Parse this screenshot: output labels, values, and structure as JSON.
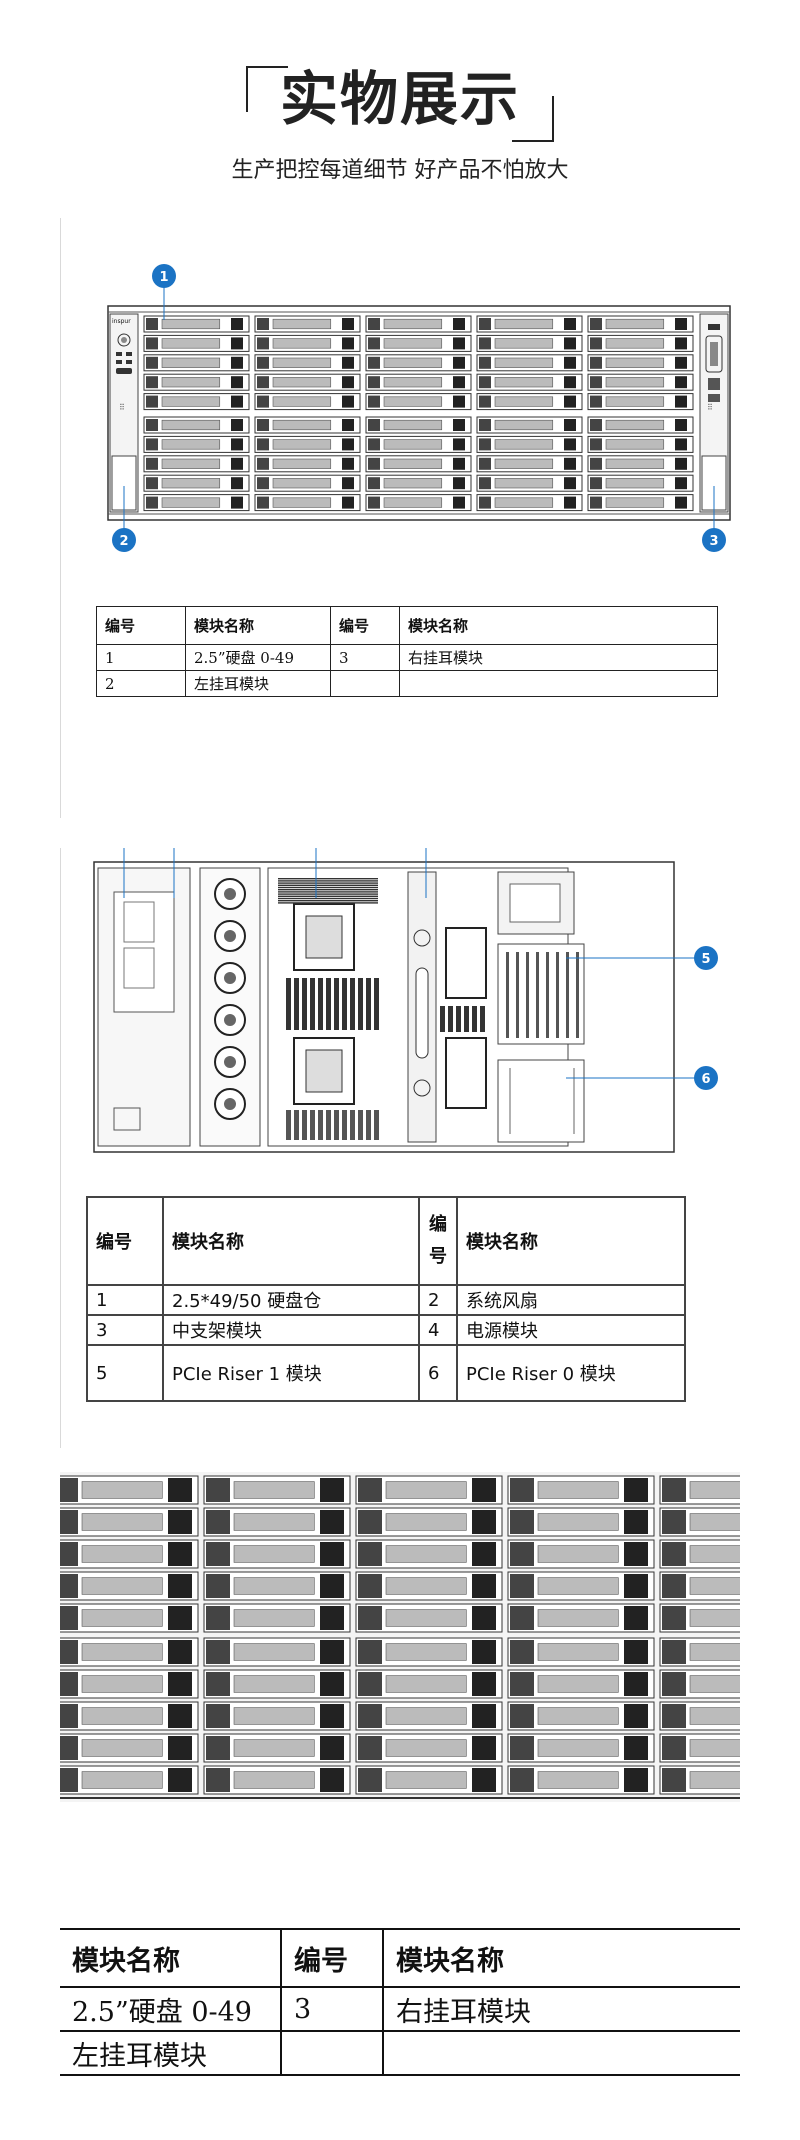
{
  "header": {
    "title": "实物展示",
    "subtitle": "生产把控每道细节 好产品不怕放大"
  },
  "front_panel": {
    "logo": "inspur",
    "callouts": [
      "1",
      "2",
      "3"
    ],
    "table": {
      "headers": [
        "编号",
        "模块名称",
        "编号",
        "模块名称"
      ],
      "rows": [
        [
          "1",
          "2.5”硬盘 0-49",
          "3",
          "右挂耳模块"
        ],
        [
          "2",
          "左挂耳模块",
          "",
          ""
        ]
      ]
    }
  },
  "top_view": {
    "callouts": [
      "5",
      "6"
    ],
    "table": {
      "headers": [
        "编号",
        "模块名称",
        "编",
        "号",
        "模块名称"
      ],
      "rows": [
        [
          "1",
          "2.5*49/50 硬盘仓",
          "2",
          "系统风扇"
        ],
        [
          "3",
          "中支架模块",
          "4",
          "电源模块"
        ],
        [
          "5",
          "PCIe Riser 1 模块",
          "6",
          "PCIe Riser 0 模块"
        ]
      ]
    }
  },
  "zoom_view": {
    "table": {
      "headers": [
        "模块名称",
        "编号",
        "模块名称"
      ],
      "rows": [
        [
          "2.5”硬盘 0-49",
          "3",
          "右挂耳模块"
        ],
        [
          "左挂耳模块",
          "",
          ""
        ]
      ]
    }
  },
  "colors": {
    "callout": "#1b73c4",
    "line": "#222222"
  }
}
